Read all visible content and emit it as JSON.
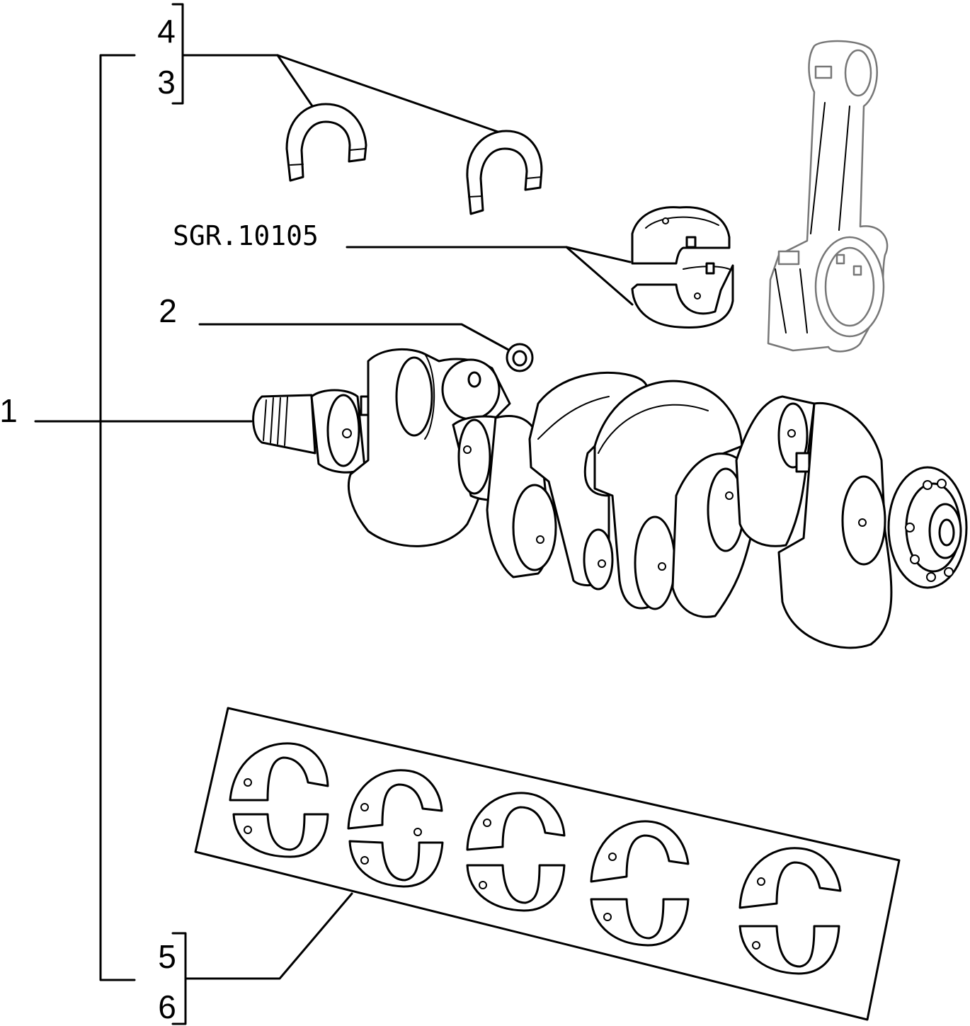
{
  "callouts": {
    "c1": "1",
    "c2": "2",
    "c3": "3",
    "c4": "4",
    "c5": "5",
    "c6": "6"
  },
  "reference_code": "SGR.10105",
  "parts": [
    {
      "number": "1",
      "name": "crankshaft-icon"
    },
    {
      "number": "2",
      "name": "plug-icon"
    },
    {
      "number": "3-4",
      "name": "thrust-washer-icon"
    },
    {
      "number": "5-6",
      "name": "main-bearing-shells-icon"
    },
    {
      "number": "SGR.10105",
      "name": "connecting-rod-bearing-icon"
    }
  ]
}
